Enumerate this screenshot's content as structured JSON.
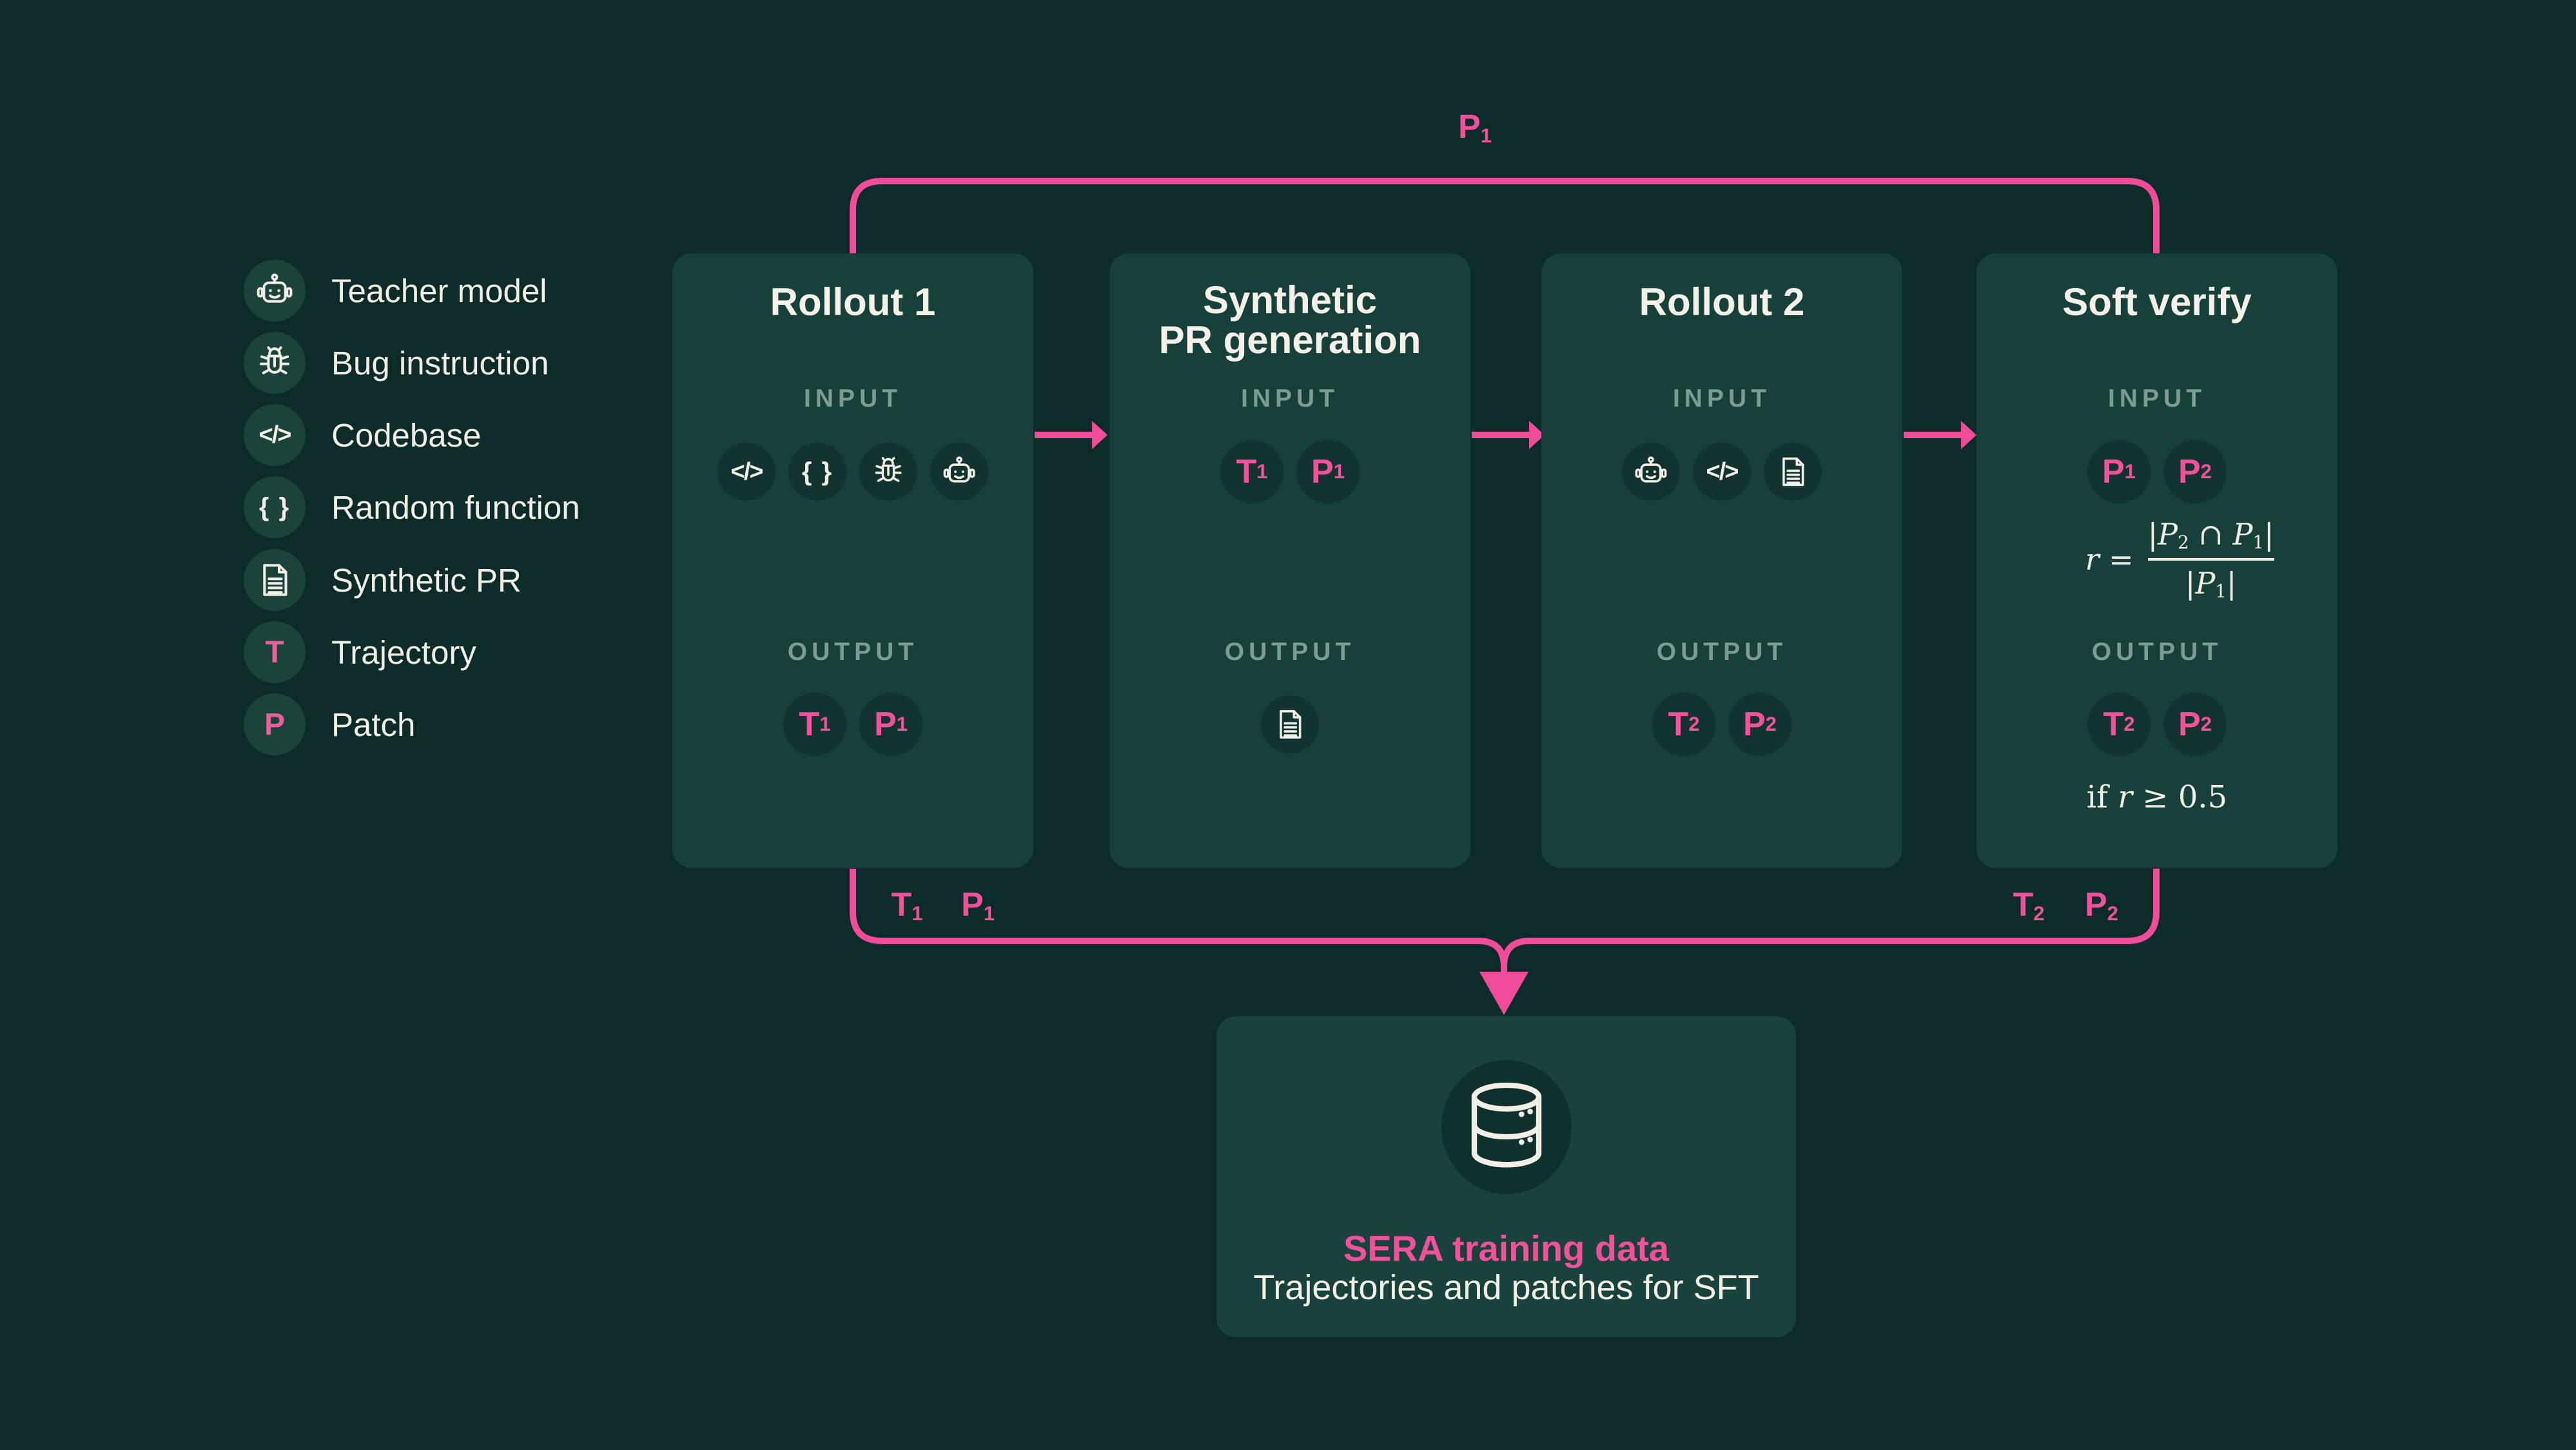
{
  "colors": {
    "background": "#0d2b28",
    "panel": "#18403b",
    "badge_fill": "#12332f",
    "legend_circle": "#1c423c",
    "pink_accent": "#f04c9b",
    "pink_text": "#f2519e",
    "cream_text": "#f4f1e6",
    "muted_label": "#7d9b92"
  },
  "legend": {
    "items": [
      {
        "icon": "robot-icon",
        "label": "Teacher model"
      },
      {
        "icon": "bug-icon",
        "label": "Bug instruction"
      },
      {
        "icon": "code-icon",
        "label": "Codebase"
      },
      {
        "icon": "braces-icon",
        "label": "Random function"
      },
      {
        "icon": "document-icon",
        "label": "Synthetic PR"
      },
      {
        "icon": "letter-T-icon",
        "label": "Trajectory",
        "letter": "T"
      },
      {
        "icon": "letter-P-icon",
        "label": "Patch",
        "letter": "P"
      }
    ]
  },
  "loop_label": {
    "base": "P",
    "sub": "1"
  },
  "boxes": [
    {
      "id": "rollout-1",
      "title_lines": [
        "Rollout 1"
      ],
      "input_label": "INPUT",
      "output_label": "OUTPUT",
      "inputs": {
        "kind": "icons",
        "icons": [
          "code-icon",
          "braces-icon",
          "bug-icon",
          "robot-icon"
        ]
      },
      "outputs": {
        "kind": "badges",
        "badges": [
          {
            "base": "T",
            "sub": "1"
          },
          {
            "base": "P",
            "sub": "1"
          }
        ]
      }
    },
    {
      "id": "synthetic-pr-generation",
      "title_lines": [
        "Synthetic",
        "PR generation"
      ],
      "input_label": "INPUT",
      "output_label": "OUTPUT",
      "inputs": {
        "kind": "badges",
        "badges": [
          {
            "base": "T",
            "sub": "1"
          },
          {
            "base": "P",
            "sub": "1"
          }
        ]
      },
      "outputs": {
        "kind": "icons",
        "icons": [
          "document-icon"
        ]
      }
    },
    {
      "id": "rollout-2",
      "title_lines": [
        "Rollout 2"
      ],
      "input_label": "INPUT",
      "output_label": "OUTPUT",
      "inputs": {
        "kind": "icons",
        "icons": [
          "robot-icon",
          "code-icon",
          "document-icon"
        ]
      },
      "outputs": {
        "kind": "badges",
        "badges": [
          {
            "base": "T",
            "sub": "2"
          },
          {
            "base": "P",
            "sub": "2"
          }
        ]
      }
    },
    {
      "id": "soft-verify",
      "title_lines": [
        "Soft verify"
      ],
      "input_label": "INPUT",
      "output_label": "OUTPUT",
      "inputs": {
        "kind": "badges",
        "badges": [
          {
            "base": "P",
            "sub": "1"
          },
          {
            "base": "P",
            "sub": "2"
          }
        ]
      },
      "outputs": {
        "kind": "badges",
        "badges": [
          {
            "base": "T",
            "sub": "2"
          },
          {
            "base": "P",
            "sub": "2"
          }
        ]
      },
      "formula": {
        "lhs_segments": [
          {
            "text": "r",
            "italic": true
          },
          {
            "text": " ="
          }
        ],
        "numerator_segments": [
          {
            "text": "|"
          },
          {
            "text": "P",
            "italic": true
          },
          {
            "text": "2",
            "sub": true
          },
          {
            "text": " ∩ "
          },
          {
            "text": "P",
            "italic": true
          },
          {
            "text": "1",
            "sub": true
          },
          {
            "text": "|"
          }
        ],
        "denominator_segments": [
          {
            "text": "|"
          },
          {
            "text": "P",
            "italic": true
          },
          {
            "text": "1",
            "sub": true
          },
          {
            "text": "|"
          }
        ]
      },
      "condition_segments": [
        {
          "text": "if "
        },
        {
          "text": "r",
          "italic": true
        },
        {
          "text": " ≥ 0.5"
        }
      ]
    }
  ],
  "bottom_labels": {
    "left": [
      {
        "base": "T",
        "sub": "1"
      },
      {
        "base": "P",
        "sub": "1"
      }
    ],
    "right": [
      {
        "base": "T",
        "sub": "2"
      },
      {
        "base": "P",
        "sub": "2"
      }
    ]
  },
  "sink": {
    "icon": "database-icon",
    "title": "SERA training data",
    "subtitle": "Trajectories and patches for SFT"
  }
}
